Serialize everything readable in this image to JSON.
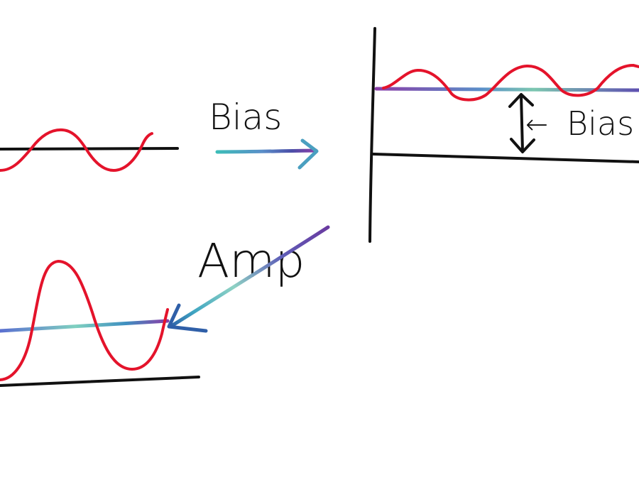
{
  "labels": {
    "bias_top": "Bias",
    "bias_side": "Bias",
    "bias_side_arrow": "←",
    "amp": "Amp"
  },
  "colors": {
    "ink": "#111111",
    "wave": "#e4132b",
    "gradient": [
      "#2fb7b5",
      "#5a9fd0",
      "#5e4fb0",
      "#8a3ea8"
    ]
  }
}
